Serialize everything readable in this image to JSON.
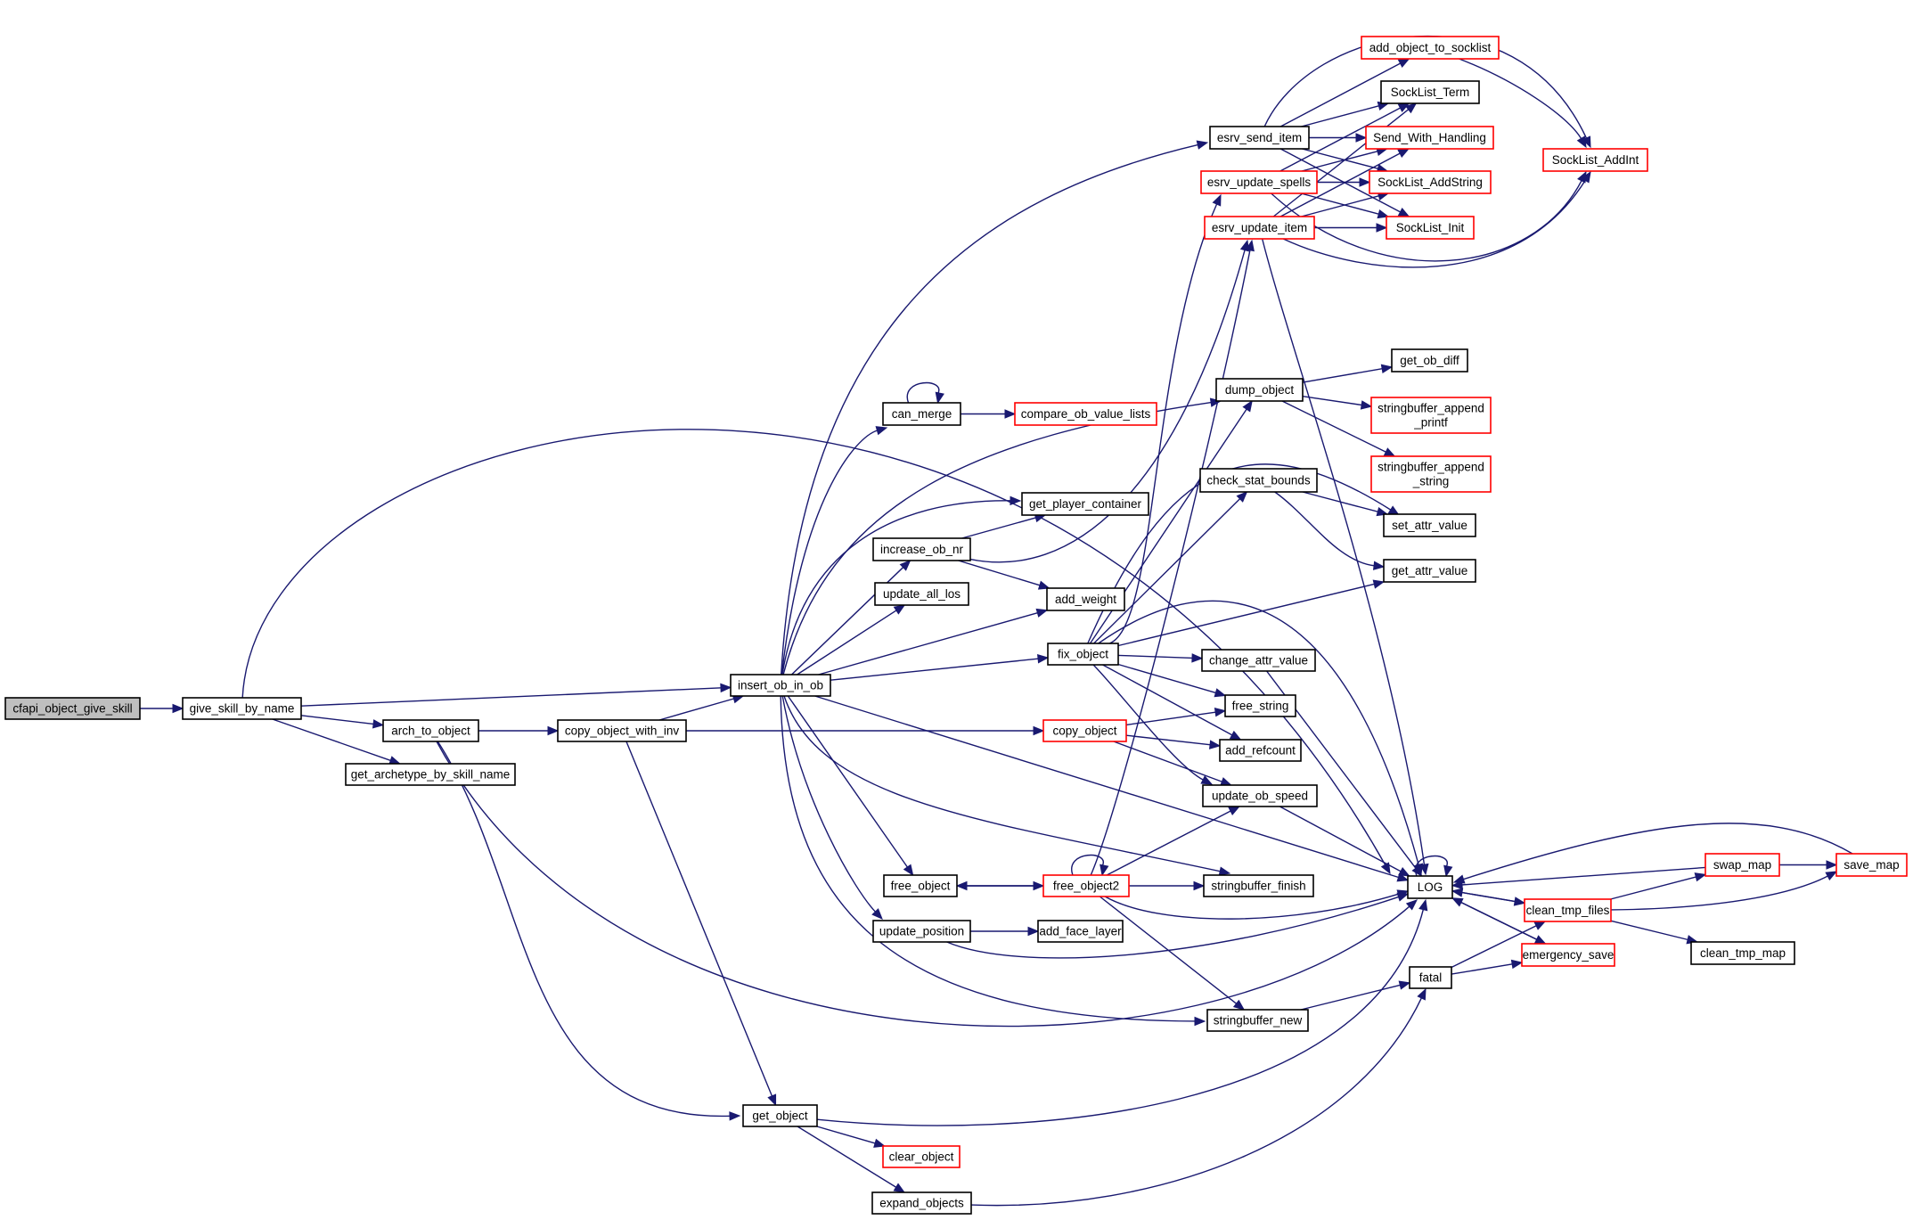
{
  "graph": {
    "title": "Call graph of cfapi_object_give_skill",
    "colors": {
      "edge": "#191970",
      "node_border_default": "#000000",
      "node_border_truncated": "#ff0000",
      "root_fill": "#bfbfbf",
      "node_fill": "#ffffff"
    },
    "nodes": [
      {
        "id": "cfapi_object_give_skill",
        "label": "cfapi_object_give_skill",
        "kind": "root"
      },
      {
        "id": "give_skill_by_name",
        "label": "give_skill_by_name",
        "kind": "normal"
      },
      {
        "id": "arch_to_object",
        "label": "arch_to_object",
        "kind": "normal"
      },
      {
        "id": "get_archetype_by_skill_name",
        "label": "get_archetype_by_skill_name",
        "kind": "normal"
      },
      {
        "id": "copy_object_with_inv",
        "label": "copy_object_with_inv",
        "kind": "normal"
      },
      {
        "id": "insert_ob_in_ob",
        "label": "insert_ob_in_ob",
        "kind": "normal"
      },
      {
        "id": "get_object",
        "label": "get_object",
        "kind": "normal"
      },
      {
        "id": "clear_object",
        "label": "clear_object",
        "kind": "truncated"
      },
      {
        "id": "expand_objects",
        "label": "expand_objects",
        "kind": "normal"
      },
      {
        "id": "can_merge",
        "label": "can_merge",
        "kind": "normal"
      },
      {
        "id": "compare_ob_value_lists",
        "label": "compare_ob_value_lists",
        "kind": "truncated"
      },
      {
        "id": "get_player_container",
        "label": "get_player_container",
        "kind": "normal"
      },
      {
        "id": "increase_ob_nr",
        "label": "increase_ob_nr",
        "kind": "normal"
      },
      {
        "id": "update_all_los",
        "label": "update_all_los",
        "kind": "normal"
      },
      {
        "id": "add_weight",
        "label": "add_weight",
        "kind": "normal"
      },
      {
        "id": "fix_object",
        "label": "fix_object",
        "kind": "normal"
      },
      {
        "id": "copy_object",
        "label": "copy_object",
        "kind": "truncated"
      },
      {
        "id": "free_object",
        "label": "free_object",
        "kind": "normal"
      },
      {
        "id": "free_object2",
        "label": "free_object2",
        "kind": "truncated"
      },
      {
        "id": "update_position",
        "label": "update_position",
        "kind": "normal"
      },
      {
        "id": "add_face_layer",
        "label": "add_face_layer",
        "kind": "normal"
      },
      {
        "id": "esrv_send_item",
        "label": "esrv_send_item",
        "kind": "normal"
      },
      {
        "id": "esrv_update_spells",
        "label": "esrv_update_spells",
        "kind": "truncated"
      },
      {
        "id": "esrv_update_item",
        "label": "esrv_update_item",
        "kind": "truncated"
      },
      {
        "id": "dump_object",
        "label": "dump_object",
        "kind": "normal"
      },
      {
        "id": "check_stat_bounds",
        "label": "check_stat_bounds",
        "kind": "normal"
      },
      {
        "id": "change_attr_value",
        "label": "change_attr_value",
        "kind": "normal"
      },
      {
        "id": "free_string",
        "label": "free_string",
        "kind": "normal"
      },
      {
        "id": "add_refcount",
        "label": "add_refcount",
        "kind": "normal"
      },
      {
        "id": "update_ob_speed",
        "label": "update_ob_speed",
        "kind": "normal"
      },
      {
        "id": "stringbuffer_finish",
        "label": "stringbuffer_finish",
        "kind": "normal"
      },
      {
        "id": "stringbuffer_new",
        "label": "stringbuffer_new",
        "kind": "normal"
      },
      {
        "id": "add_object_to_socklist",
        "label": "add_object_to_socklist",
        "kind": "truncated"
      },
      {
        "id": "SockList_Term",
        "label": "SockList_Term",
        "kind": "normal"
      },
      {
        "id": "Send_With_Handling",
        "label": "Send_With_Handling",
        "kind": "truncated"
      },
      {
        "id": "SockList_AddString",
        "label": "SockList_AddString",
        "kind": "truncated"
      },
      {
        "id": "SockList_Init",
        "label": "SockList_Init",
        "kind": "truncated"
      },
      {
        "id": "SockList_AddInt",
        "label": "SockList_AddInt",
        "kind": "truncated"
      },
      {
        "id": "get_ob_diff",
        "label": "get_ob_diff",
        "kind": "normal"
      },
      {
        "id": "stringbuffer_append_printf",
        "label": "stringbuffer_append\n_printf",
        "kind": "truncated"
      },
      {
        "id": "stringbuffer_append_string",
        "label": "stringbuffer_append\n_string",
        "kind": "truncated"
      },
      {
        "id": "set_attr_value",
        "label": "set_attr_value",
        "kind": "normal"
      },
      {
        "id": "get_attr_value",
        "label": "get_attr_value",
        "kind": "normal"
      },
      {
        "id": "LOG",
        "label": "LOG",
        "kind": "normal"
      },
      {
        "id": "fatal",
        "label": "fatal",
        "kind": "normal"
      },
      {
        "id": "clean_tmp_files",
        "label": "clean_tmp_files",
        "kind": "truncated"
      },
      {
        "id": "emergency_save",
        "label": "emergency_save",
        "kind": "truncated"
      },
      {
        "id": "swap_map",
        "label": "swap_map",
        "kind": "truncated"
      },
      {
        "id": "save_map",
        "label": "save_map",
        "kind": "truncated"
      },
      {
        "id": "clean_tmp_map",
        "label": "clean_tmp_map",
        "kind": "normal"
      }
    ],
    "edges": [
      [
        "cfapi_object_give_skill",
        "give_skill_by_name"
      ],
      [
        "give_skill_by_name",
        "LOG"
      ],
      [
        "give_skill_by_name",
        "insert_ob_in_ob"
      ],
      [
        "give_skill_by_name",
        "arch_to_object"
      ],
      [
        "give_skill_by_name",
        "get_archetype_by_skill_name"
      ],
      [
        "arch_to_object",
        "copy_object_with_inv"
      ],
      [
        "arch_to_object",
        "LOG"
      ],
      [
        "arch_to_object",
        "get_object"
      ],
      [
        "copy_object_with_inv",
        "insert_ob_in_ob"
      ],
      [
        "copy_object_with_inv",
        "copy_object"
      ],
      [
        "copy_object_with_inv",
        "get_object"
      ],
      [
        "insert_ob_in_ob",
        "esrv_send_item"
      ],
      [
        "insert_ob_in_ob",
        "can_merge"
      ],
      [
        "insert_ob_in_ob",
        "dump_object"
      ],
      [
        "insert_ob_in_ob",
        "get_player_container"
      ],
      [
        "insert_ob_in_ob",
        "increase_ob_nr"
      ],
      [
        "insert_ob_in_ob",
        "update_all_los"
      ],
      [
        "insert_ob_in_ob",
        "add_weight"
      ],
      [
        "insert_ob_in_ob",
        "fix_object"
      ],
      [
        "insert_ob_in_ob",
        "LOG"
      ],
      [
        "insert_ob_in_ob",
        "stringbuffer_finish"
      ],
      [
        "insert_ob_in_ob",
        "free_object"
      ],
      [
        "insert_ob_in_ob",
        "update_position"
      ],
      [
        "insert_ob_in_ob",
        "stringbuffer_new"
      ],
      [
        "can_merge",
        "can_merge"
      ],
      [
        "can_merge",
        "compare_ob_value_lists"
      ],
      [
        "increase_ob_nr",
        "get_player_container"
      ],
      [
        "increase_ob_nr",
        "add_weight"
      ],
      [
        "increase_ob_nr",
        "esrv_update_item"
      ],
      [
        "fix_object",
        "esrv_update_spells"
      ],
      [
        "fix_object",
        "check_stat_bounds"
      ],
      [
        "fix_object",
        "set_attr_value"
      ],
      [
        "fix_object",
        "get_attr_value"
      ],
      [
        "fix_object",
        "LOG"
      ],
      [
        "fix_object",
        "change_attr_value"
      ],
      [
        "fix_object",
        "free_string"
      ],
      [
        "fix_object",
        "add_refcount"
      ],
      [
        "fix_object",
        "update_ob_speed"
      ],
      [
        "fix_object",
        "dump_object"
      ],
      [
        "copy_object",
        "free_string"
      ],
      [
        "copy_object",
        "add_refcount"
      ],
      [
        "copy_object",
        "update_ob_speed"
      ],
      [
        "free_object",
        "free_object2"
      ],
      [
        "free_object2",
        "free_object"
      ],
      [
        "free_object2",
        "free_object2"
      ],
      [
        "free_object2",
        "esrv_update_item"
      ],
      [
        "free_object2",
        "update_ob_speed"
      ],
      [
        "free_object2",
        "stringbuffer_finish"
      ],
      [
        "free_object2",
        "LOG"
      ],
      [
        "free_object2",
        "stringbuffer_new"
      ],
      [
        "update_position",
        "add_face_layer"
      ],
      [
        "update_position",
        "LOG"
      ],
      [
        "get_object",
        "LOG"
      ],
      [
        "get_object",
        "clear_object"
      ],
      [
        "get_object",
        "expand_objects"
      ],
      [
        "expand_objects",
        "fatal"
      ],
      [
        "esrv_send_item",
        "SockList_AddInt"
      ],
      [
        "esrv_send_item",
        "add_object_to_socklist"
      ],
      [
        "esrv_send_item",
        "SockList_Term"
      ],
      [
        "esrv_send_item",
        "Send_With_Handling"
      ],
      [
        "esrv_send_item",
        "SockList_AddString"
      ],
      [
        "esrv_send_item",
        "SockList_Init"
      ],
      [
        "esrv_update_spells",
        "SockList_Term"
      ],
      [
        "esrv_update_spells",
        "Send_With_Handling"
      ],
      [
        "esrv_update_spells",
        "SockList_AddString"
      ],
      [
        "esrv_update_spells",
        "SockList_Init"
      ],
      [
        "esrv_update_spells",
        "SockList_AddInt"
      ],
      [
        "esrv_update_item",
        "SockList_Term"
      ],
      [
        "esrv_update_item",
        "Send_With_Handling"
      ],
      [
        "esrv_update_item",
        "SockList_AddString"
      ],
      [
        "esrv_update_item",
        "SockList_Init"
      ],
      [
        "esrv_update_item",
        "SockList_AddInt"
      ],
      [
        "esrv_update_item",
        "LOG"
      ],
      [
        "add_object_to_socklist",
        "SockList_AddInt"
      ],
      [
        "dump_object",
        "get_ob_diff"
      ],
      [
        "dump_object",
        "stringbuffer_append_printf"
      ],
      [
        "dump_object",
        "stringbuffer_append_string"
      ],
      [
        "check_stat_bounds",
        "set_attr_value"
      ],
      [
        "check_stat_bounds",
        "get_attr_value"
      ],
      [
        "change_attr_value",
        "LOG"
      ],
      [
        "update_ob_speed",
        "LOG"
      ],
      [
        "stringbuffer_new",
        "fatal"
      ],
      [
        "LOG",
        "LOG"
      ],
      [
        "LOG",
        "clean_tmp_files"
      ],
      [
        "LOG",
        "emergency_save"
      ],
      [
        "fatal",
        "clean_tmp_files"
      ],
      [
        "fatal",
        "emergency_save"
      ],
      [
        "clean_tmp_files",
        "LOG"
      ],
      [
        "clean_tmp_files",
        "swap_map"
      ],
      [
        "clean_tmp_files",
        "save_map"
      ],
      [
        "clean_tmp_files",
        "clean_tmp_map"
      ],
      [
        "emergency_save",
        "LOG"
      ],
      [
        "swap_map",
        "LOG"
      ],
      [
        "swap_map",
        "save_map"
      ],
      [
        "save_map",
        "LOG"
      ]
    ]
  }
}
